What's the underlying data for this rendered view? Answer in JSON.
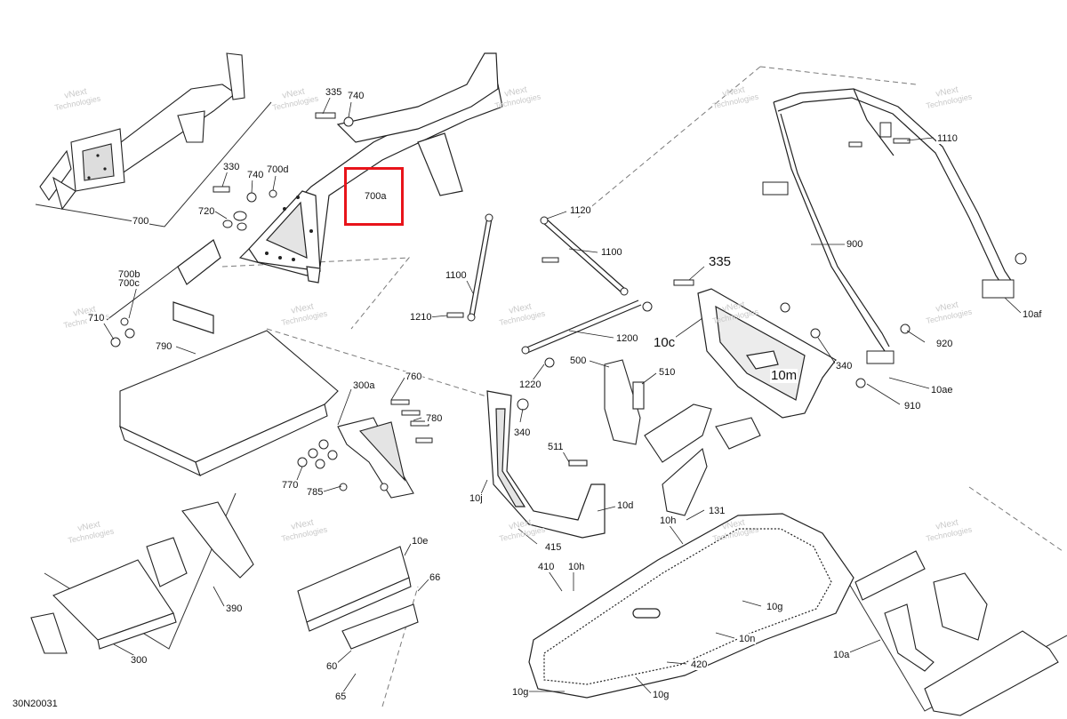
{
  "diagram_code": "30N20031",
  "highlight": {
    "label": "700a",
    "color": "#e8141a"
  },
  "watermark": {
    "line1": "vNext",
    "line2": "Technologies"
  },
  "callouts": {
    "c700": "700",
    "c700b": "700b",
    "c700c": "700c",
    "c700d": "700d",
    "c700a": "700a",
    "c335a": "335",
    "c740a": "740",
    "c330": "330",
    "c740b": "740",
    "c720": "720",
    "c710": "710",
    "c790": "790",
    "c300a": "300a",
    "c760": "760",
    "c780": "780",
    "c770": "770",
    "c785": "785",
    "c1100a": "1100",
    "c1210": "1210",
    "c1120": "1120",
    "c1100b": "1100",
    "c1200": "1200",
    "c1220": "1220",
    "c500": "500",
    "c510": "510",
    "c340a": "340",
    "c511": "511",
    "c10j": "10j",
    "c10d": "10d",
    "c415": "415",
    "c335b": "335",
    "c10c": "10c",
    "c10m": "10m",
    "c340b": "340",
    "c900": "900",
    "c1110": "1110",
    "c10af": "10af",
    "c920": "920",
    "c10ae": "10ae",
    "c910": "910",
    "c131": "131",
    "c10h1": "10h",
    "c410": "410",
    "c10h2": "10h",
    "c10g1": "10g",
    "c10n": "10n",
    "c420": "420",
    "c10g2": "10g",
    "c10g3": "10g",
    "c300": "300",
    "c390": "390",
    "c10e": "10e",
    "c66": "66",
    "c60": "60",
    "c65": "65",
    "c10a": "10a"
  }
}
